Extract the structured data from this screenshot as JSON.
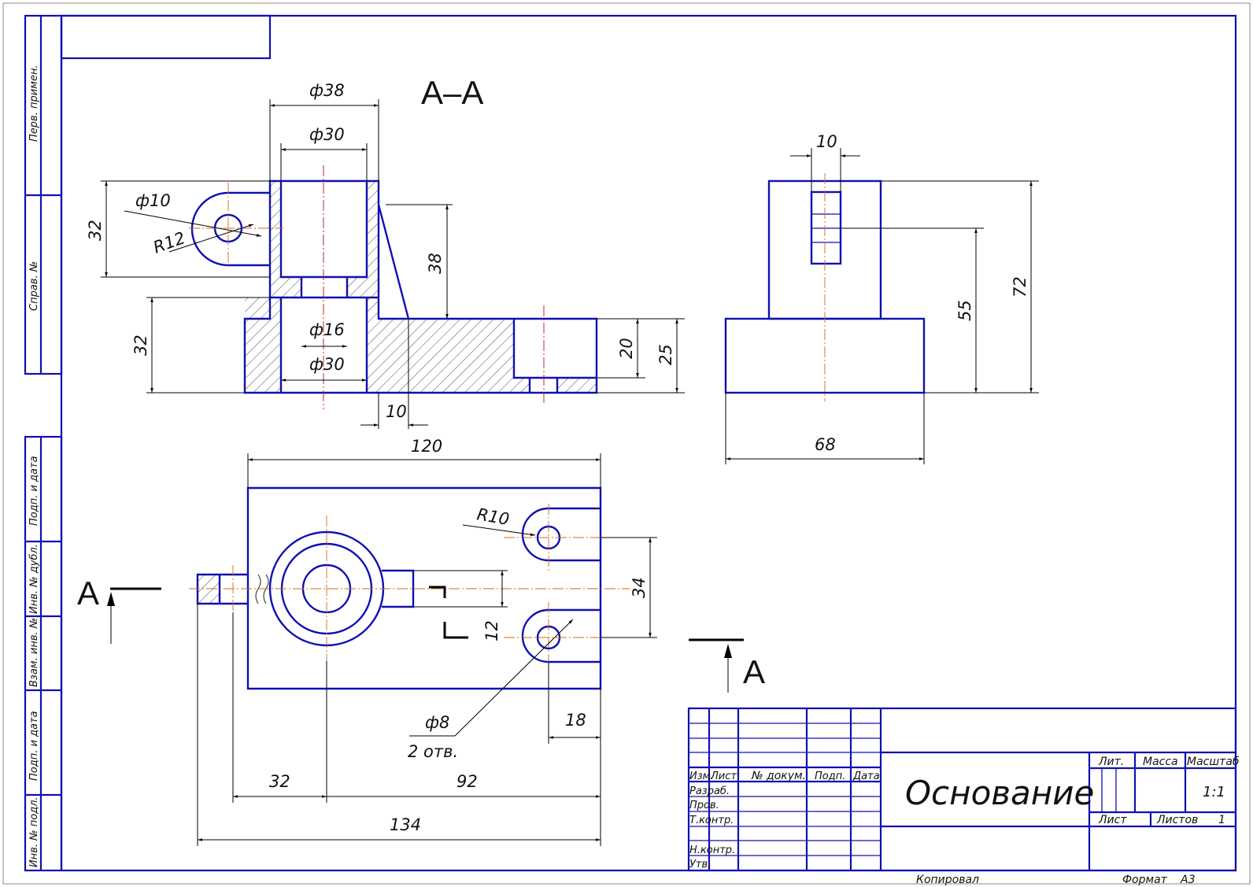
{
  "colors": {
    "frame": "#1010b0",
    "dimension": "#000000",
    "axis": "#d66a10"
  },
  "section_title": "А–А",
  "side_strip": {
    "perv_primen": "Перв. примен.",
    "sprav_no": "Справ. №",
    "podp_data_1": "Подп. и дата",
    "inv_dubl": "Инв. № дубл.",
    "vzam_inv": "Взам. инв. №",
    "podp_data_2": "Подп. и дата",
    "inv_podl": "Инв. № подл."
  },
  "section_dims": {
    "d38": "ф38",
    "d30_top": "ф30",
    "d10": "ф10",
    "r12": "R12",
    "h32_top": "32",
    "h38": "38",
    "h32_bottom": "32",
    "d16": "ф16",
    "d30_bottom": "ф30",
    "w10": "10",
    "h20": "20",
    "h25": "25"
  },
  "side_dims": {
    "w10": "10",
    "h55": "55",
    "h72": "72",
    "w68": "68"
  },
  "plan_dims": {
    "w120": "120",
    "r10": "R10",
    "h34": "34",
    "h12": "12",
    "d8": "ф8",
    "holes": "2 отв.",
    "w18": "18",
    "w32": "32",
    "w92": "92",
    "w134": "134"
  },
  "cut_marks": {
    "left": "А",
    "right": "А"
  },
  "title_block": {
    "izm": "Изм.",
    "list": "Лист",
    "no_dokum": "№ докум.",
    "podp": "Подп.",
    "data": "Дата",
    "razrab": "Разраб.",
    "prov": "Пров.",
    "tkontr": "Т.контр.",
    "nkontr": "Н.контр.",
    "utv": "Утв.",
    "name": "Основание",
    "lit": "Лит.",
    "massa": "Масса",
    "masshtab": "Масштаб",
    "scale": "1:1",
    "list2": "Лист",
    "listov": "Листов",
    "listov_val": "1"
  },
  "footer": {
    "copied": "Копировал",
    "format_label": "Формат",
    "format_val": "А3"
  }
}
